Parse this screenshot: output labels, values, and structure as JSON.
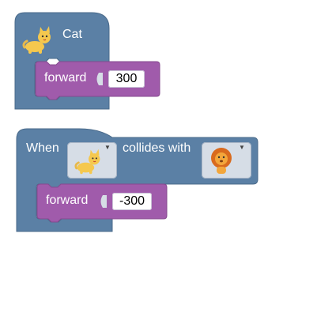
{
  "block1": {
    "sprite_label": "Cat",
    "sprite_icon": "cat-icon",
    "command": {
      "label": "forward",
      "value": "300"
    }
  },
  "block2": {
    "when_label": "When",
    "collides_label": "collides with",
    "sprite1_icon": "cat-icon",
    "sprite2_icon": "lion-icon",
    "command": {
      "label": "forward",
      "value": "-300"
    }
  },
  "colors": {
    "event_block": "#5b80a5",
    "motion_block": "#a05bab",
    "dropdown_bg": "#d6dde6"
  }
}
